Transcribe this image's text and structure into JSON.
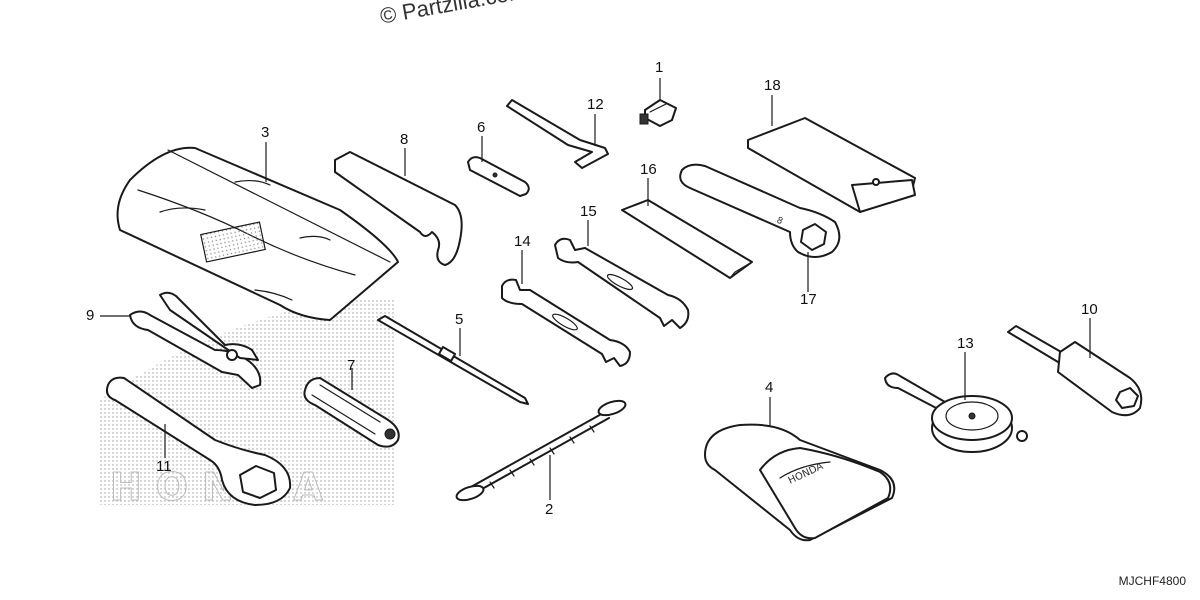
{
  "watermark": "© Partzilla.com",
  "diagram_code": "MJCHF4800",
  "brand_logo_text": "HONDA",
  "callouts": [
    {
      "id": "1",
      "label": "1"
    },
    {
      "id": "2",
      "label": "2"
    },
    {
      "id": "3",
      "label": "3"
    },
    {
      "id": "4",
      "label": "4"
    },
    {
      "id": "5",
      "label": "5"
    },
    {
      "id": "6",
      "label": "6"
    },
    {
      "id": "7",
      "label": "7"
    },
    {
      "id": "8",
      "label": "8"
    },
    {
      "id": "9",
      "label": "9"
    },
    {
      "id": "10",
      "label": "10"
    },
    {
      "id": "11",
      "label": "11"
    },
    {
      "id": "12",
      "label": "12"
    },
    {
      "id": "13",
      "label": "13"
    },
    {
      "id": "14",
      "label": "14"
    },
    {
      "id": "15",
      "label": "15"
    },
    {
      "id": "16",
      "label": "16"
    },
    {
      "id": "17",
      "label": "17"
    },
    {
      "id": "18",
      "label": "18"
    }
  ]
}
